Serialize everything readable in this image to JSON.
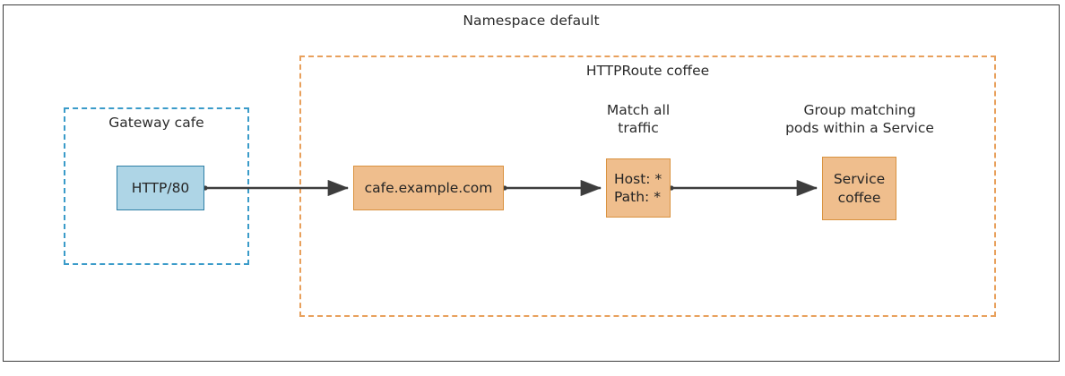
{
  "diagram": {
    "namespace": {
      "title": "Namespace default",
      "border_color": "#3d3d3d"
    },
    "httproute": {
      "title": "HTTPRoute coffee",
      "border_color": "#e8a05c"
    },
    "gateway": {
      "title": "Gateway cafe",
      "border_color": "#3a9bc9"
    },
    "nodes": {
      "listener": {
        "label": "HTTP/80",
        "fill": "#aed5e6",
        "stroke": "#2f7fa6"
      },
      "hostname": {
        "label": "cafe.example.com",
        "fill": "#efbe8d",
        "stroke": "#d9923f"
      },
      "match": {
        "label": "Host: *\nPath: *",
        "fill": "#efbe8d",
        "stroke": "#d9923f"
      },
      "service": {
        "label": "Service\ncoffee",
        "fill": "#efbe8d",
        "stroke": "#d9923f"
      }
    },
    "captions": {
      "match": "Match all\ntraffic",
      "service": "Group matching\npods within a Service"
    },
    "edges": {
      "color": "#3d3d3d",
      "listener_to_hostname": "",
      "hostname_to_match": "",
      "match_to_service": ""
    }
  }
}
